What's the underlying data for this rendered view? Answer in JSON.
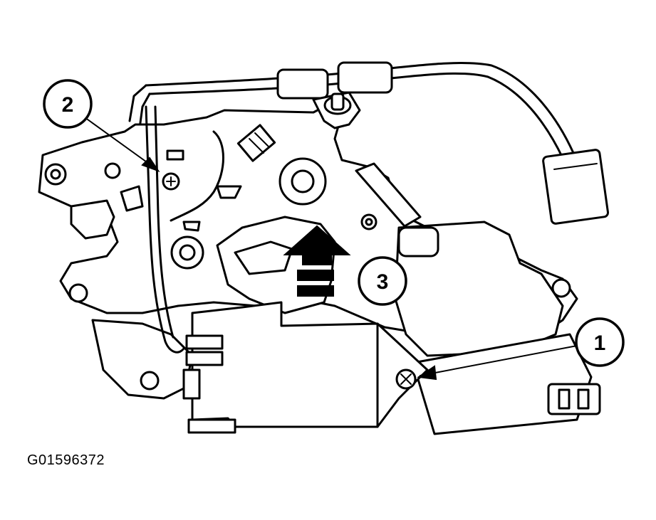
{
  "figure_id": "G01596372",
  "callouts": [
    {
      "label": "1"
    },
    {
      "label": "2"
    },
    {
      "label": "3"
    }
  ]
}
